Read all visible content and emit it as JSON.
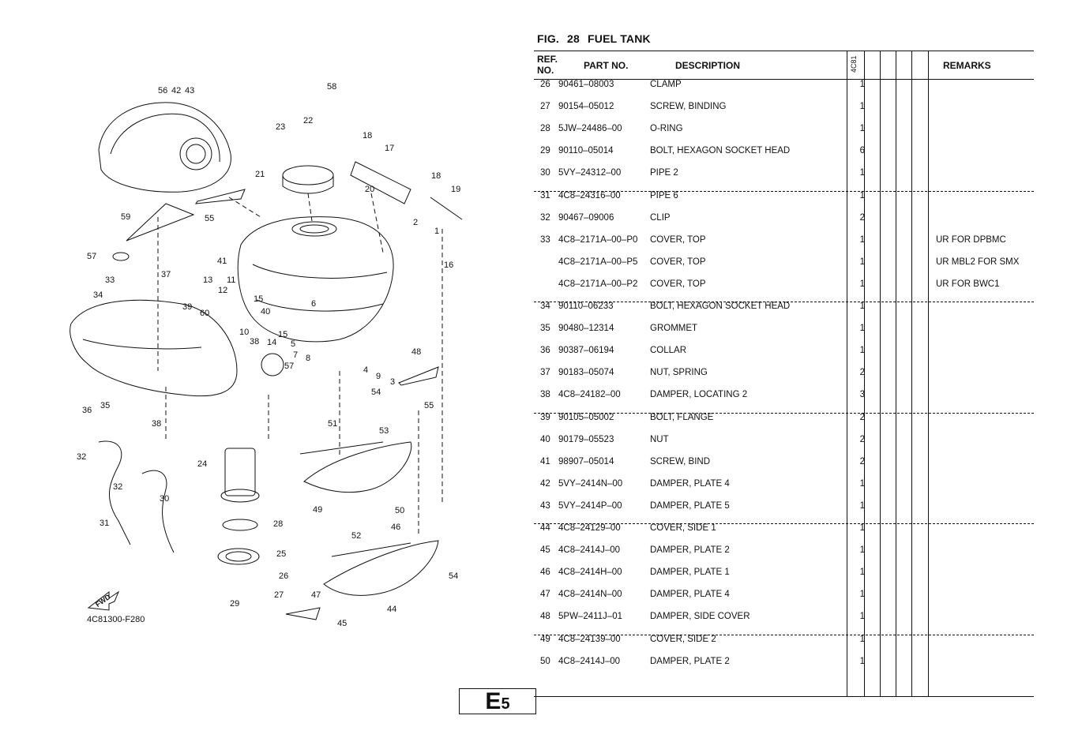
{
  "page": {
    "figure_label": "FIG.",
    "figure_number": "28",
    "figure_title": "FUEL TANK",
    "section_letter": "E",
    "section_number": "5"
  },
  "table": {
    "headers": {
      "ref": "REF.",
      "ref_no": "NO.",
      "part_no": "PART NO.",
      "description": "DESCRIPTION",
      "model": "4C81",
      "remarks": "REMARKS"
    },
    "rows": [
      {
        "ref": "26",
        "part": "90461–08003",
        "desc": "CLAMP",
        "qty": "1",
        "remarks": "",
        "dashed_above": false
      },
      {
        "ref": "27",
        "part": "90154–05012",
        "desc": "SCREW, BINDING",
        "qty": "1",
        "remarks": "",
        "dashed_above": false
      },
      {
        "ref": "28",
        "part": "5JW–24486–00",
        "desc": "O-RING",
        "qty": "1",
        "remarks": "",
        "dashed_above": false
      },
      {
        "ref": "29",
        "part": "90110–05014",
        "desc": "BOLT, HEXAGON SOCKET HEAD",
        "qty": "6",
        "remarks": "",
        "dashed_above": false
      },
      {
        "ref": "30",
        "part": "5VY–24312–00",
        "desc": "PIPE 2",
        "qty": "1",
        "remarks": "",
        "dashed_above": false
      },
      {
        "ref": "31",
        "part": "4C8–24316–00",
        "desc": "PIPE 6",
        "qty": "1",
        "remarks": "",
        "dashed_above": true
      },
      {
        "ref": "32",
        "part": "90467–09006",
        "desc": "CLIP",
        "qty": "2",
        "remarks": "",
        "dashed_above": false
      },
      {
        "ref": "33",
        "part": "4C8–2171A–00–P0",
        "desc": "COVER, TOP",
        "qty": "1",
        "remarks": "UR FOR DPBMC",
        "dashed_above": false
      },
      {
        "ref": "",
        "part": "4C8–2171A–00–P5",
        "desc": "COVER, TOP",
        "qty": "1",
        "remarks": "UR MBL2 FOR SMX",
        "dashed_above": false
      },
      {
        "ref": "",
        "part": "4C8–2171A–00–P2",
        "desc": "COVER, TOP",
        "qty": "1",
        "remarks": "UR FOR BWC1",
        "dashed_above": false
      },
      {
        "ref": "34",
        "part": "90110–06233",
        "desc": "BOLT, HEXAGON SOCKET HEAD",
        "qty": "1",
        "remarks": "",
        "dashed_above": true
      },
      {
        "ref": "35",
        "part": "90480–12314",
        "desc": "GROMMET",
        "qty": "1",
        "remarks": "",
        "dashed_above": false
      },
      {
        "ref": "36",
        "part": "90387–06194",
        "desc": "COLLAR",
        "qty": "1",
        "remarks": "",
        "dashed_above": false
      },
      {
        "ref": "37",
        "part": "90183–05074",
        "desc": "NUT, SPRING",
        "qty": "2",
        "remarks": "",
        "dashed_above": false
      },
      {
        "ref": "38",
        "part": "4C8–24182–00",
        "desc": "DAMPER, LOCATING 2",
        "qty": "3",
        "remarks": "",
        "dashed_above": false
      },
      {
        "ref": "39",
        "part": "90105–05002",
        "desc": "BOLT, FLANGE",
        "qty": "2",
        "remarks": "",
        "dashed_above": true
      },
      {
        "ref": "40",
        "part": "90179–05523",
        "desc": "NUT",
        "qty": "2",
        "remarks": "",
        "dashed_above": false
      },
      {
        "ref": "41",
        "part": "98907–05014",
        "desc": "SCREW, BIND",
        "qty": "2",
        "remarks": "",
        "dashed_above": false
      },
      {
        "ref": "42",
        "part": "5VY–2414N–00",
        "desc": "DAMPER, PLATE 4",
        "qty": "1",
        "remarks": "",
        "dashed_above": false
      },
      {
        "ref": "43",
        "part": "5VY–2414P–00",
        "desc": "DAMPER, PLATE 5",
        "qty": "1",
        "remarks": "",
        "dashed_above": false
      },
      {
        "ref": "44",
        "part": "4C8–24129–00",
        "desc": "COVER, SIDE 1",
        "qty": "1",
        "remarks": "",
        "dashed_above": true
      },
      {
        "ref": "45",
        "part": "4C8–2414J–00",
        "desc": "DAMPER, PLATE 2",
        "qty": "1",
        "remarks": "",
        "dashed_above": false
      },
      {
        "ref": "46",
        "part": "4C8–2414H–00",
        "desc": "DAMPER, PLATE 1",
        "qty": "1",
        "remarks": "",
        "dashed_above": false
      },
      {
        "ref": "47",
        "part": "4C8–2414N–00",
        "desc": "DAMPER, PLATE 4",
        "qty": "1",
        "remarks": "",
        "dashed_above": false
      },
      {
        "ref": "48",
        "part": "5PW–2411J–01",
        "desc": "DAMPER, SIDE COVER",
        "qty": "1",
        "remarks": "",
        "dashed_above": false
      },
      {
        "ref": "49",
        "part": "4C8–24139–00",
        "desc": "COVER, SIDE 2",
        "qty": "1",
        "remarks": "",
        "dashed_above": true
      },
      {
        "ref": "50",
        "part": "4C8–2414J–00",
        "desc": "DAMPER, PLATE 2",
        "qty": "1",
        "remarks": "",
        "dashed_above": false
      }
    ]
  },
  "diagram": {
    "code": "4C81300-F280",
    "fwd_label": "FWD",
    "callouts": [
      "56",
      "42",
      "43",
      "58",
      "22",
      "23",
      "18",
      "17",
      "21",
      "20",
      "18",
      "19",
      "59",
      "55",
      "2",
      "1",
      "57",
      "41",
      "16",
      "33",
      "37",
      "13",
      "11",
      "34",
      "39",
      "12",
      "15",
      "60",
      "40",
      "6",
      "10",
      "38",
      "15",
      "14",
      "5",
      "48",
      "7",
      "8",
      "57",
      "4",
      "9",
      "3",
      "54",
      "55",
      "36",
      "35",
      "38",
      "51",
      "53",
      "32",
      "24",
      "32",
      "30",
      "49",
      "50",
      "31",
      "28",
      "52",
      "46",
      "25",
      "26",
      "54",
      "27",
      "29",
      "47",
      "44",
      "45"
    ]
  }
}
